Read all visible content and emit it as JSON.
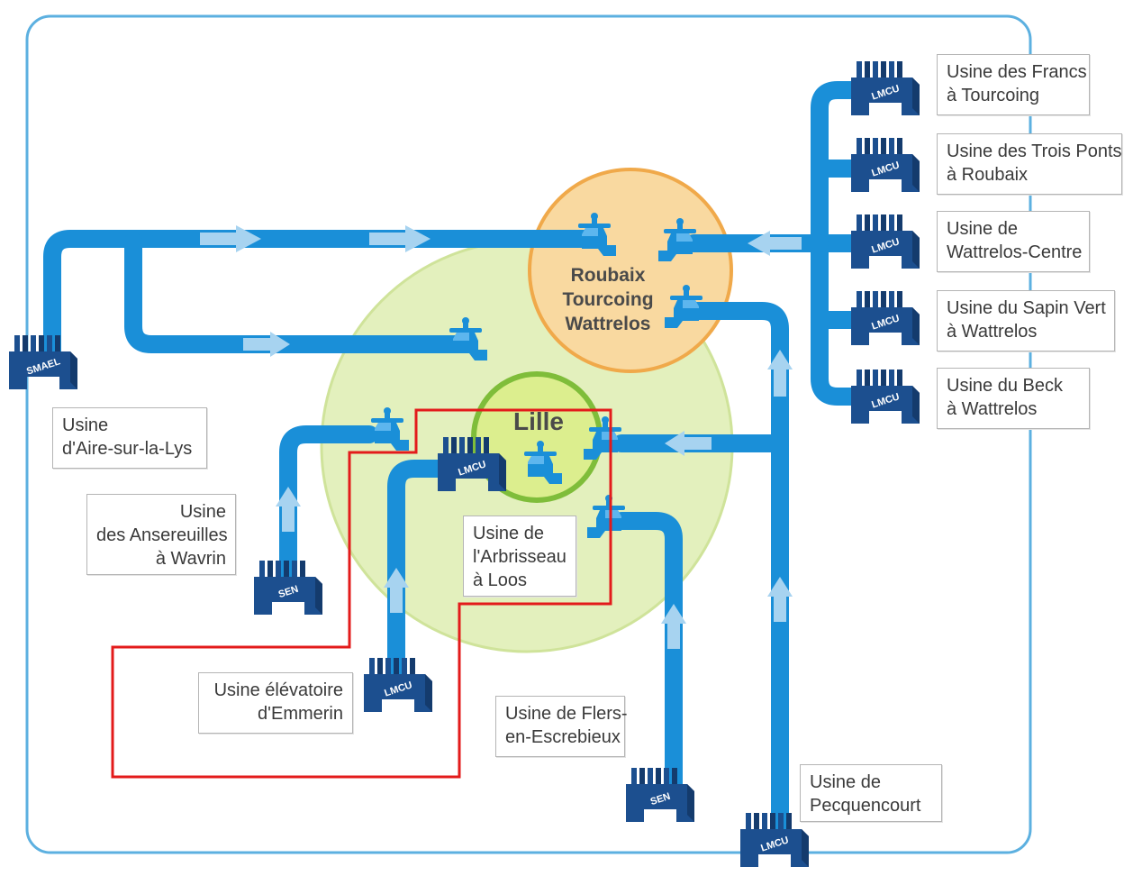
{
  "cities": {
    "roubaix": [
      "Roubaix",
      "Tourcoing",
      "Wattrelos"
    ],
    "lille": "Lille"
  },
  "facilities": {
    "francs": {
      "lines": [
        "Usine des Francs",
        "à Tourcoing"
      ],
      "operator": "LMCU"
    },
    "trois_ponts": {
      "lines": [
        "Usine des Trois Ponts",
        "à Roubaix"
      ],
      "operator": "LMCU"
    },
    "wattrelos_centre": {
      "lines": [
        "Usine de",
        "Wattrelos-Centre"
      ],
      "operator": "LMCU"
    },
    "sapin_vert": {
      "lines": [
        "Usine du Sapin Vert",
        "à Wattrelos"
      ],
      "operator": "LMCU"
    },
    "beck": {
      "lines": [
        "Usine du Beck",
        "à Wattrelos"
      ],
      "operator": "LMCU"
    },
    "aire": {
      "lines": [
        "Usine",
        "d'Aire-sur-la-Lys"
      ],
      "operator": "SMAEL"
    },
    "ansereuilles": {
      "lines": [
        "Usine",
        "des Ansereuilles",
        "à Wavrin"
      ],
      "operator": "SEN"
    },
    "arbrisseau": {
      "lines": [
        "Usine de",
        "l'Arbrisseau",
        "à Loos"
      ],
      "operator": "LMCU"
    },
    "emmerin": {
      "lines": [
        "Usine élévatoire",
        "d'Emmerin"
      ],
      "operator": "LMCU"
    },
    "flers": {
      "lines": [
        "Usine de Flers-",
        "en-Escrebieux"
      ],
      "operator": "SEN"
    },
    "pecquencourt": {
      "lines": [
        "Usine de",
        "Pecquencourt"
      ],
      "operator": "LMCU"
    }
  },
  "colors": {
    "pipe": "#1a8fd8",
    "pipe_light": "#9ccfee",
    "arrow": "#a7d3f0",
    "facility": "#1c4f8f",
    "facility_dark": "#143b6d",
    "roubaix_fill": "#f9d9a0",
    "roubaix_border": "#f0a94a",
    "outer_zone": "#e3f0bd",
    "lille_fill": "#dcee8e",
    "lille_border": "#7fbd3a",
    "frame": "#5cb0e0",
    "highlight": "#e31b1b"
  }
}
